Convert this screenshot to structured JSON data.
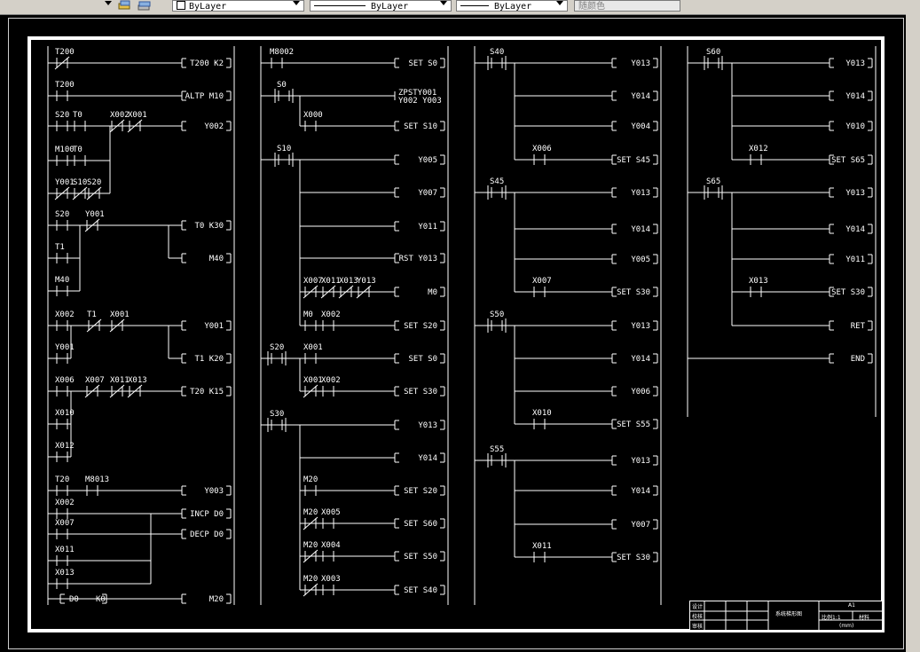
{
  "toolbar": {
    "color_select": "ByLayer",
    "linetype_select": "ByLayer",
    "lineweight_select": "ByLayer",
    "plotstyle_select": "随颜色"
  },
  "title_block": {
    "row1": "设计",
    "row2": "校核",
    "row3": "审核",
    "drawing_name": "系统梯形图",
    "sheet": "A1",
    "scale": "比例1:1",
    "material": "材料",
    "unit": "(mm)"
  },
  "colors": {
    "background": "#000000",
    "lines": "#ffffff"
  },
  "ladder": {
    "col1": {
      "contacts": [
        "T200",
        "T200",
        "S20",
        "T0",
        "X002",
        "X001",
        "M100",
        "T0",
        "Y001",
        "S10",
        "S20",
        "S20",
        "Y001",
        "T1",
        "M40",
        "X002",
        "T1",
        "X001",
        "Y001",
        "X006",
        "X007",
        "X011",
        "X013",
        "X010",
        "X012",
        "T20",
        "M8013",
        "X002",
        "X007",
        "X011",
        "X013"
      ],
      "coils": [
        "T200  K2",
        "ALTP M10",
        "Y002",
        "T0   K30",
        "M40",
        "Y001",
        "T1   K20",
        "T20   K15",
        "Y003",
        "INCP  D0",
        "DECP  D0",
        "M20"
      ],
      "cmp": [
        "D0",
        "K0"
      ]
    },
    "col2": {
      "contacts": [
        "M8002",
        "S0",
        "X000",
        "S10",
        "X007",
        "X011",
        "X013",
        "Y013",
        "M0",
        "X002",
        "S20",
        "X001",
        "X001",
        "X002",
        "S30",
        "M20",
        "M20",
        "X005",
        "M20",
        "X004",
        "M20",
        "X003"
      ],
      "coils": [
        "SET S0",
        "ZPSTY001",
        "Y002 Y003",
        "SET S10",
        "Y005",
        "Y007",
        "Y011",
        "RST Y013",
        "M0",
        "SET S20",
        "SET S0",
        "SET S30",
        "Y013",
        "Y014",
        "SET S20",
        "SET S60",
        "SET S50",
        "SET S40"
      ]
    },
    "col3": {
      "contacts": [
        "S40",
        "X006",
        "S45",
        "X007",
        "S50",
        "X010",
        "S55",
        "X011"
      ],
      "coils": [
        "Y013",
        "Y014",
        "Y004",
        "SET S45",
        "Y013",
        "Y014",
        "Y005",
        "SET S30",
        "Y013",
        "Y014",
        "Y006",
        "SET S55",
        "Y013",
        "Y014",
        "Y007",
        "SET S30"
      ]
    },
    "col4": {
      "contacts": [
        "S60",
        "X012",
        "S65",
        "X013"
      ],
      "coils": [
        "Y013",
        "Y014",
        "Y010",
        "SET S65",
        "Y013",
        "Y014",
        "Y011",
        "SET S30",
        "RET",
        "END"
      ]
    }
  }
}
